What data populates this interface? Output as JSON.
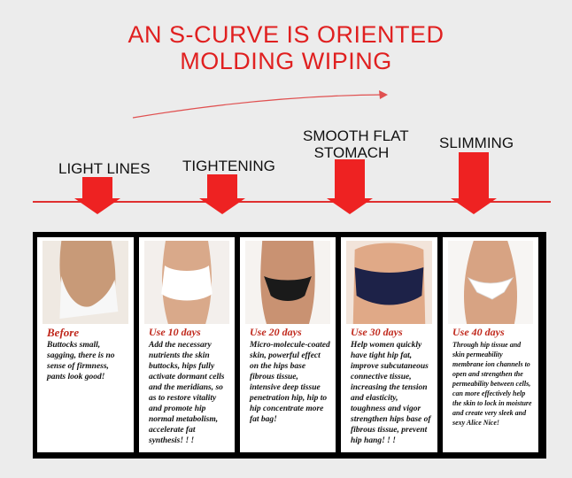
{
  "title": {
    "line1": "AN S-CURVE IS ORIENTED",
    "line2": "MOLDING WIPING"
  },
  "stages": [
    {
      "label": "LIGHT LINES"
    },
    {
      "label": "TIGHTENING"
    },
    {
      "label_line1": "SMOOTH FLAT",
      "label_line2": "STOMACH"
    },
    {
      "label": "SLIMMING"
    }
  ],
  "cards": [
    {
      "title": "Before",
      "text": "Buttocks small, sagging, there is no sense of firmness, pants look good!"
    },
    {
      "title": "Use 10 days",
      "text": "Add the necessary nutrients the skin buttocks, hips fully activate dormant cells and the meridians, so as to restore vitality and promote hip normal metabolism, accelerate fat synthesis! ! !"
    },
    {
      "title": "Use 20 days",
      "text": "Micro-molecule-coated skin, powerful effect on the hips base fibrous tissue, intensive deep tissue penetration hip, hip to hip concentrate more fat bag!"
    },
    {
      "title": "Use 30 days",
      "text": "Help women quickly have tight hip fat, improve subcutaneous connective tissue, increasing the tension and elasticity, toughness and vigor strengthen hips base of fibrous tissue, prevent hip hang! ! !"
    },
    {
      "title": "Use 40 days",
      "text": "Through hip tissue and skin permeability membrane ion channels to open and strengthen the permeability between cells, can more effectively help the skin to lock in moisture and create very sleek and sexy Alice Nice!"
    }
  ],
  "colors": {
    "accent": "#e02020",
    "marker": "#ee2222",
    "frame": "#000000"
  }
}
